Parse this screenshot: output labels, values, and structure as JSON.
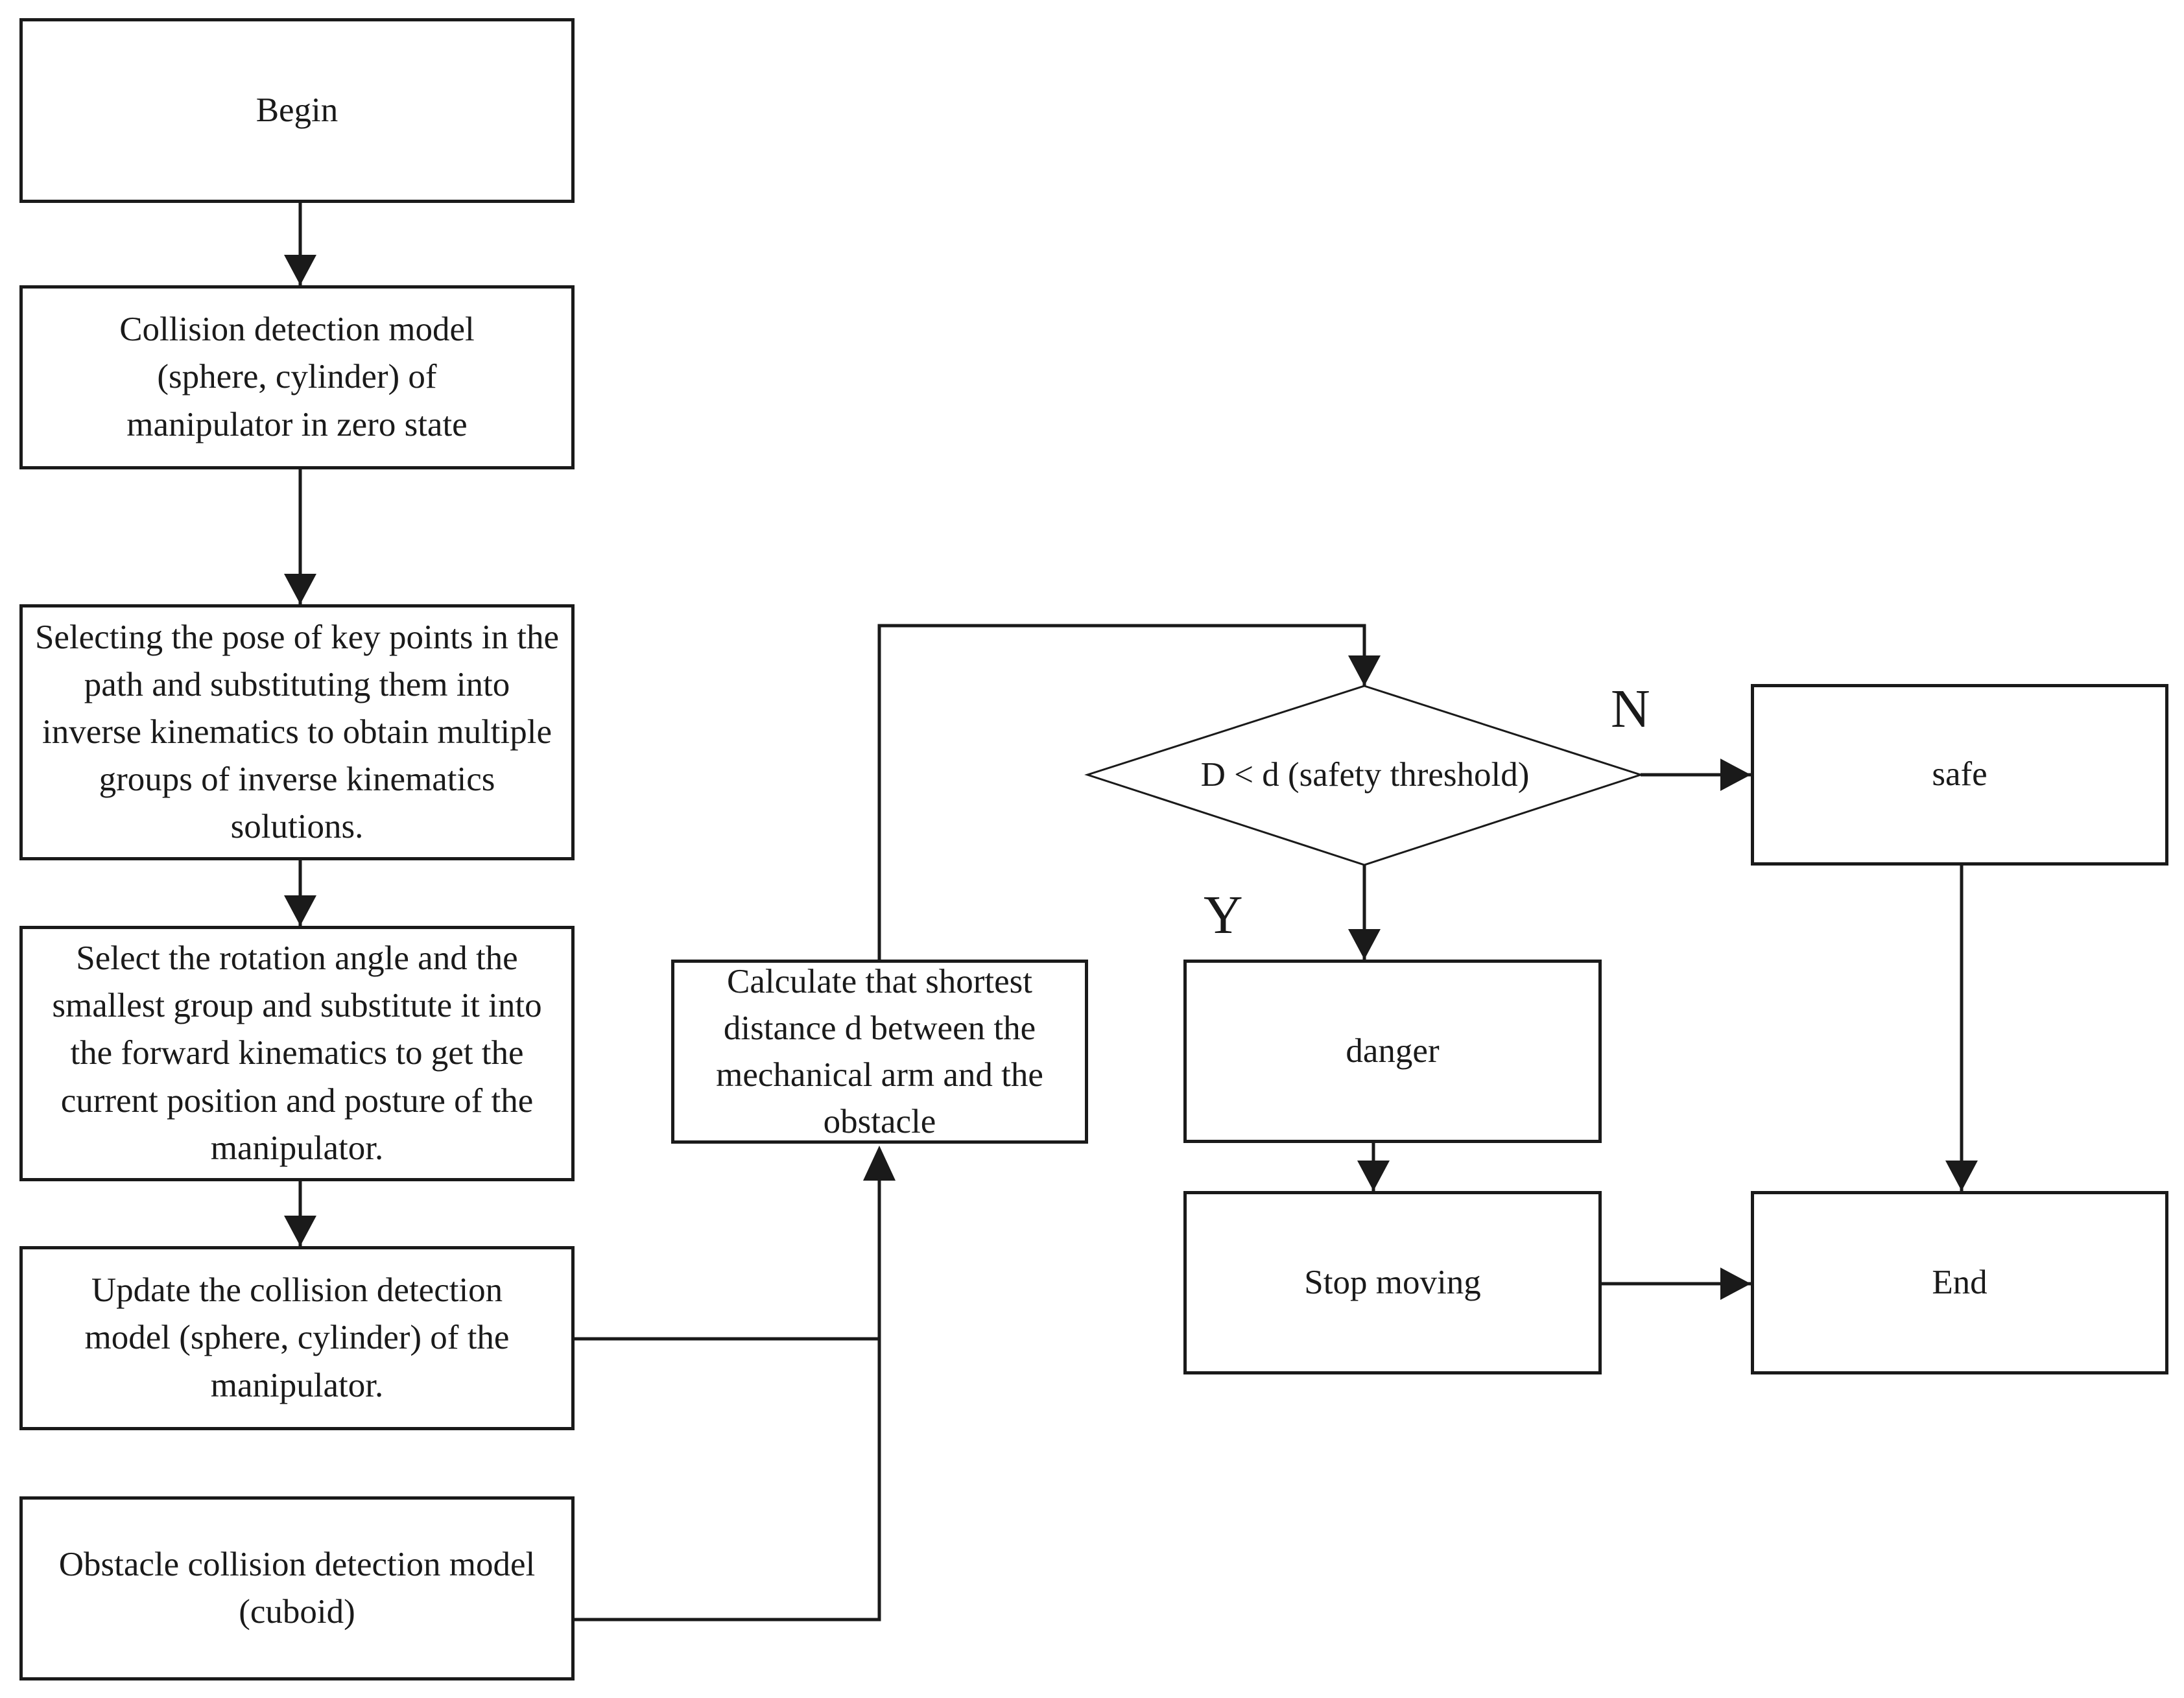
{
  "nodes": {
    "begin": "Begin",
    "model_zero": "Collision detection model (sphere, cylinder) of manipulator in zero state",
    "select_pose": "Selecting the pose of key points in the path and substituting them into inverse kinematics to obtain multiple groups of inverse kinematics solutions.",
    "select_rotation": "Select the rotation angle and the smallest group and substitute it into the forward kinematics to get the current position and posture of the manipulator.",
    "update_model": "Update the collision detection model (sphere, cylinder) of the manipulator.",
    "obstacle_model": "Obstacle collision detection model (cuboid)",
    "calculate": "Calculate that shortest distance d between the mechanical arm and the obstacle",
    "decision": "D < d (safety threshold)",
    "safe": "safe",
    "danger": "danger",
    "stop": "Stop moving",
    "end": "End"
  },
  "branches": {
    "no": "N",
    "yes": "Y"
  },
  "colors": {
    "stroke": "#1a1a1a",
    "background": "#ffffff"
  }
}
